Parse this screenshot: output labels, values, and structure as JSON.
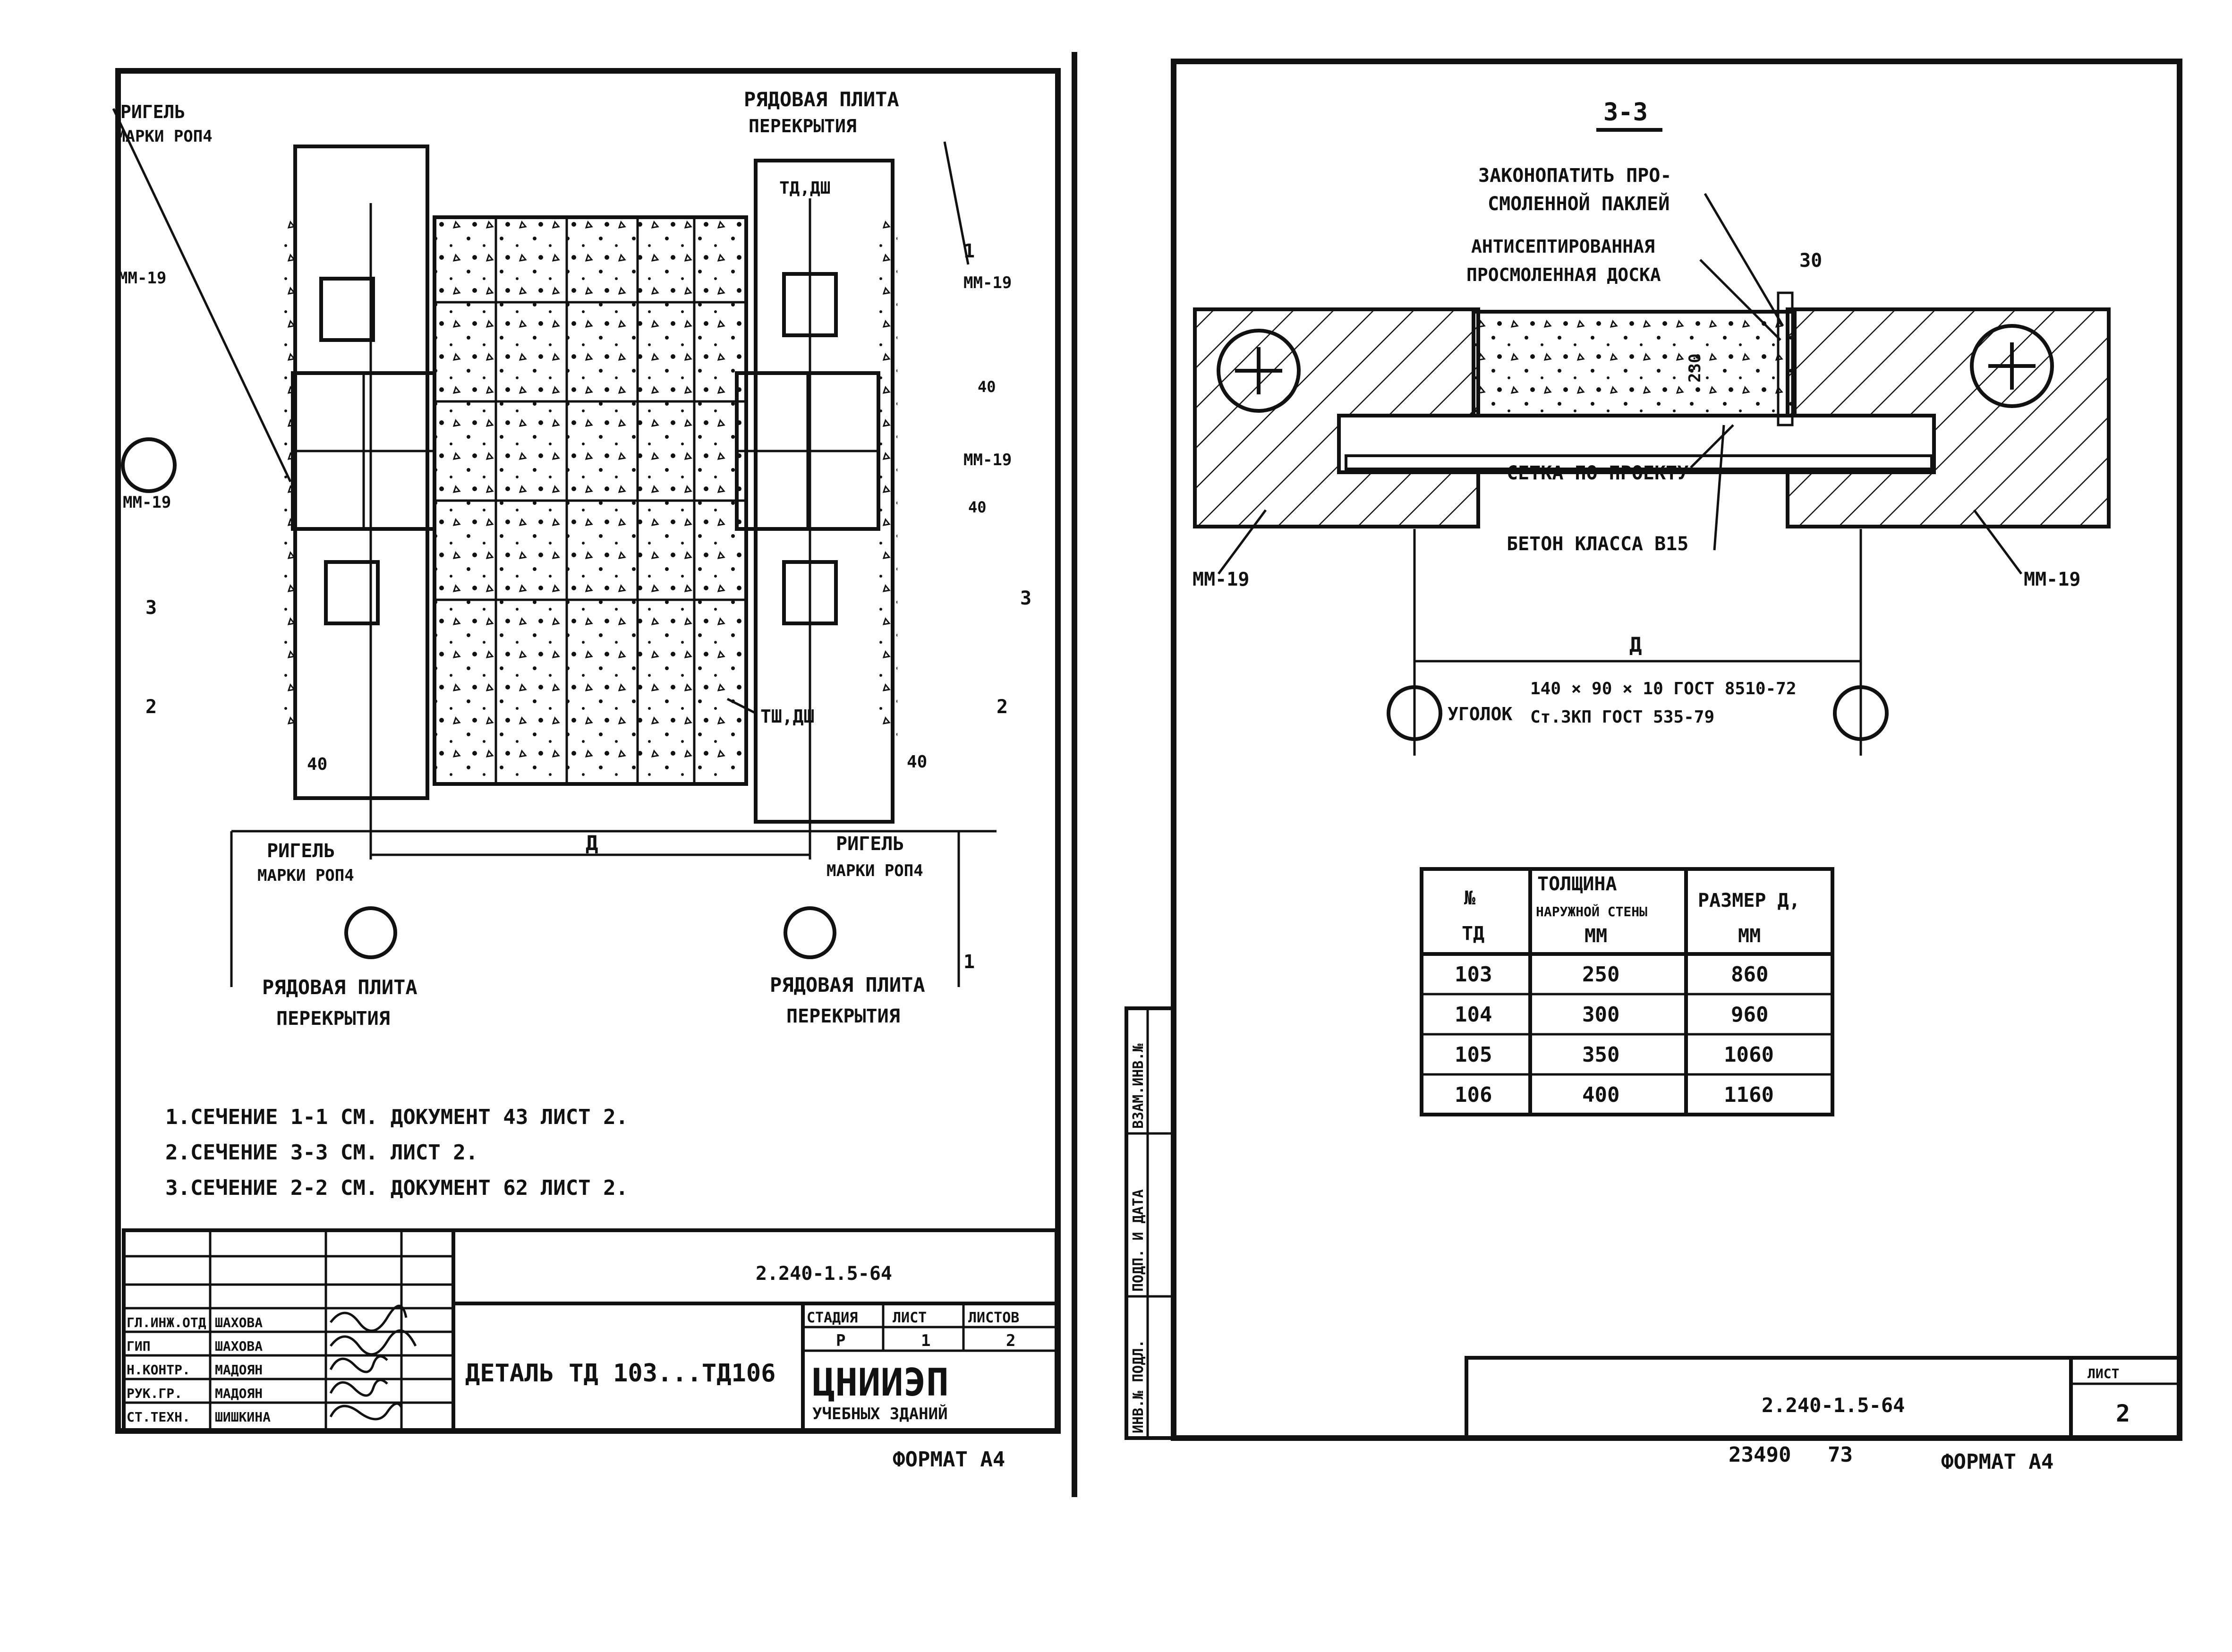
{
  "left_sheet": {
    "labels": {
      "rigel_top_1": "РИГЕЛЬ",
      "rigel_top_2": "МАРКИ РОП4",
      "slab_top_1": "РЯДОВАЯ ПЛИТА",
      "slab_top_2": "ПЕРЕКРЫТИЯ",
      "td_dsh_top": "ТД,ДШ",
      "mm19_a": "ММ-19",
      "mm19_b": "ММ-19",
      "mm19_c": "ММ-19",
      "mm19_d": "ММ-19",
      "dim_40_a": "40",
      "dim_40_b": "40",
      "dim_40_c": "40",
      "dim_40_d": "40",
      "td_dsh_bottom": "ТШ,ДШ",
      "sec3_left": "3",
      "sec2_left": "2",
      "sec3_right": "3",
      "sec2_right": "2",
      "sec1_right": "1",
      "sec1_top": "1",
      "dim_D": "Д",
      "rigel_bottom_left_1": "РИГЕЛЬ",
      "rigel_bottom_left_2": "МАРКИ РОП4",
      "rigel_bottom_right_1": "РИГЕЛЬ",
      "rigel_bottom_right_2": "МАРКИ РОП4",
      "slab_bottom_left_1": "РЯДОВАЯ ПЛИТА",
      "slab_bottom_left_2": "ПЕРЕКРЫТИЯ",
      "slab_bottom_right_1": "РЯДОВАЯ ПЛИТА",
      "slab_bottom_right_2": "ПЕРЕКРЫТИЯ"
    },
    "notes": [
      "1.СЕЧЕНИЕ 1-1 СМ. ДОКУМЕНТ 43 ЛИСТ 2.",
      "2.СЕЧЕНИЕ 3-3 СМ. ЛИСТ 2.",
      "3.СЕЧЕНИЕ 2-2 СМ. ДОКУМЕНТ 62 ЛИСТ 2."
    ],
    "title_block": {
      "doc_code": "2.240-1.5-64",
      "title": "ДЕТАЛЬ ТД 103...ТД106",
      "roles": [
        "ГЛ.ИНЖ.ОТД",
        "ГИП",
        "Н.КОНТР.",
        "РУК.ГР.",
        "СТ.ТЕХН."
      ],
      "names": [
        "ШАХОВА",
        "ШАХОВА",
        "МАДОЯН",
        "МАДОЯН",
        "ШИШКИНА"
      ],
      "stage_hdr": "СТАДИЯ",
      "sheet_hdr": "ЛИСТ",
      "sheets_hdr": "ЛИСТОВ",
      "stage_val": "Р",
      "sheet_val": "1",
      "sheets_val": "2",
      "org_1": "ЦНИИЭП",
      "org_2": "УЧЕБНЫХ ЗДАНИЙ"
    },
    "format": "ФОРМАТ А4"
  },
  "right_sheet": {
    "section_title": "3-3",
    "labels": {
      "caulk_1": "ЗАКОНОПАТИТЬ ПРО-",
      "caulk_2": "СМОЛЕННОЙ ПАКЛЕЙ",
      "board_1": "АНТИСЕПТИРОВАННАЯ",
      "board_2": "ПРОСМОЛЕННАЯ ДОСКА",
      "dim_30": "30",
      "dim_230": "230",
      "mesh": "СЕТКА ПО ПРОЕКТУ",
      "concrete": "БЕТОН КЛАССА В15",
      "mm19_left": "ММ-19",
      "mm19_right": "ММ-19",
      "dim_D": "Д",
      "angle_1": "140 × 90 × 10 ГОСТ 8510-72",
      "angle_2": "Ст.3КП ГОСТ 535-79",
      "angle_word": "УГОЛОК"
    },
    "table": {
      "headers": [
        [
          "№",
          "ТД"
        ],
        [
          "ТОЛЩИНА",
          "НАРУЖНОЙ СТЕНЫ",
          "ММ"
        ],
        [
          "РАЗМЕР Д,",
          "ММ"
        ]
      ],
      "rows": [
        [
          "103",
          "250",
          "860"
        ],
        [
          "104",
          "300",
          "960"
        ],
        [
          "105",
          "350",
          "1060"
        ],
        [
          "106",
          "400",
          "1160"
        ]
      ]
    },
    "side_stamp": [
      "ИНВ.№ ПОДЛ.",
      "ПОДП. И ДАТА",
      "ВЗАМ.ИНВ.№"
    ],
    "doc_code": "2.240-1.5-64",
    "sheet_hdr": "ЛИСТ",
    "sheet_val": "2",
    "bottom_note_1": "23490",
    "bottom_note_2": "73",
    "format": "ФОРМАТ А4"
  }
}
